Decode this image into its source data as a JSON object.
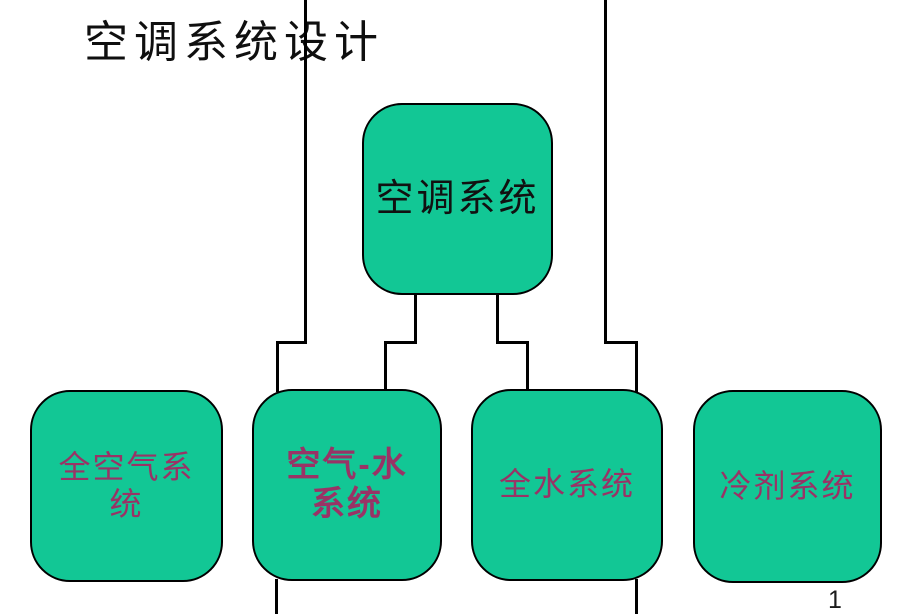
{
  "slide": {
    "title": "空调系统设计",
    "page_number": "1"
  },
  "colors": {
    "background": "#ffffff",
    "node_fill": "#12c795",
    "node_border": "#000000",
    "root_label_color": "#111111",
    "child_label_color": "#993366",
    "connector_color": "#000000"
  },
  "diagram": {
    "type": "hierarchy",
    "root": {
      "label": "空调系统"
    },
    "children": [
      {
        "label": "全空气系\n统"
      },
      {
        "label": "空气-水\n系统"
      },
      {
        "label": "全水系统"
      },
      {
        "label": "冷剂系统"
      }
    ],
    "connectors": [
      "top-edge to air-water-system (left elbow)",
      "root to air-water-system (right elbow)",
      "root to all-water-system (left elbow)",
      "top-edge to all-water-system (right elbow)",
      "air-water-system to bottom-edge",
      "all-water-system to bottom-edge"
    ]
  }
}
